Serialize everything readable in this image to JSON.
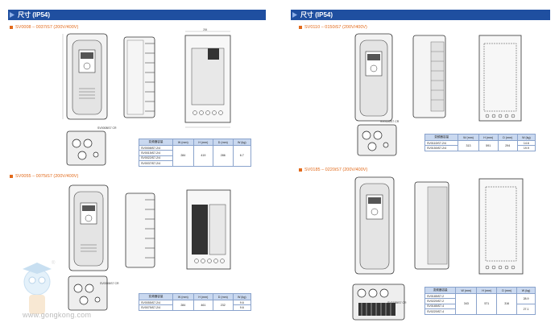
{
  "left_page": {
    "header": "尺寸 (IP54)",
    "section1": {
      "title": "SV0008 – 0037iS7 (200V/400V)",
      "gland_label": "SV0008iS7 CR",
      "table": {
        "headers": [
          "变频器容量",
          "W (mm)",
          "H (mm)",
          "D (mm)",
          "W (kg)"
        ],
        "models": [
          "SV0008iS7-2/4",
          "SV0015iS7-2/4",
          "SV0022iS7-2/4",
          "SV0037iS7-2/4"
        ],
        "w": "284",
        "h": "419",
        "d": "286",
        "kg": "6.7"
      }
    },
    "section2": {
      "title": "SV0055 – 0075iS7 (200V/400V)",
      "gland_label": "SV0055iS7 CR",
      "table": {
        "headers": [
          "变频器容量",
          "W (mm)",
          "H (mm)",
          "D (mm)",
          "W (kg)"
        ],
        "models": [
          "SV0055iS7-2/4",
          "SV0075iS7-2/4"
        ],
        "w": "284",
        "h": "461",
        "d": "232",
        "kg": [
          "9.6",
          "9.6"
        ]
      }
    },
    "watermark": "www.gongkong.com"
  },
  "right_page": {
    "header": "尺寸 (IP54)",
    "section1": {
      "title": "SV0110 – 0150iS7 (200V/400V)",
      "gland_label": "SV0110iS7 CR",
      "table": {
        "headers": [
          "变频器容量",
          "W (mm)",
          "H (mm)",
          "D (mm)",
          "W (kg)"
        ],
        "models": [
          "SV0110iS7-2/4",
          "SV0150iS7-2/4"
        ],
        "w": "313",
        "h": "591",
        "d": "294",
        "kg": [
          "14.6",
          "19.9"
        ]
      }
    },
    "section2": {
      "title": "SV0185 – 0220iS7 (200V/400V)",
      "gland_label": "SV0185iS7 CR",
      "table": {
        "headers": [
          "变频器容量",
          "W (mm)",
          "H (mm)",
          "D (mm)",
          "W (kg)"
        ],
        "models": [
          "SV0185iS7-2",
          "SV0220iS7-2",
          "SV0185iS7-4",
          "SV0220iS7-4"
        ],
        "w": "343",
        "h": "571",
        "d": "316",
        "kg": [
          "28.9",
          "27.1"
        ]
      }
    }
  },
  "colors": {
    "header_bg": "#1f4fa0",
    "section_title": "#e26a1b",
    "table_header": "#c9d8ef"
  }
}
